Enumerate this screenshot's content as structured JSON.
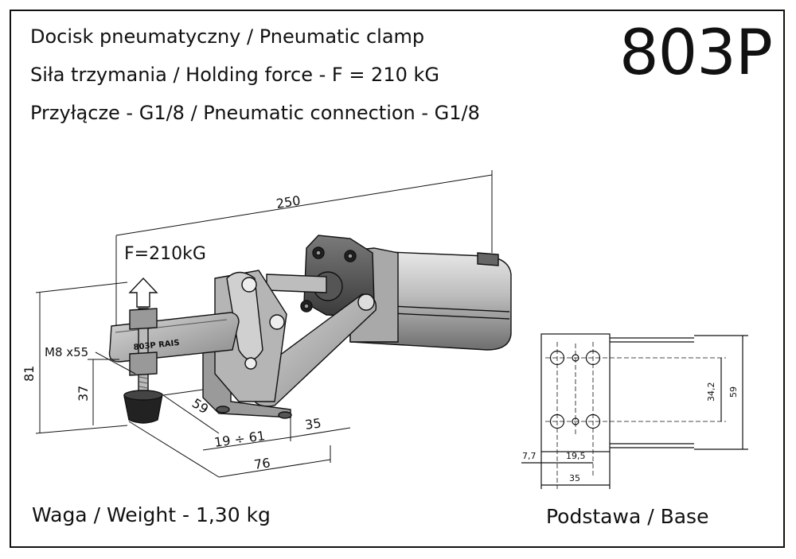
{
  "header": {
    "line1": "Docisk pneumatyczny / Pneumatic clamp",
    "line2": "Siła trzymania / Holding force - F = 210 kG",
    "line3": "Przyłącze - G1/8 / Pneumatic connection - G1/8",
    "model": "803P"
  },
  "drawing": {
    "force_label": "F=210kG",
    "engraving": "803P RAIS",
    "dimensions": {
      "length": "250",
      "height": "81",
      "spindle_height": "37",
      "spindle_thread": "M8 x55",
      "d59": "59",
      "d35": "35",
      "stroke_range": "19 ÷ 61",
      "d76": "76"
    }
  },
  "base_view": {
    "title": "Podstawa / Base",
    "dimensions": {
      "inner_spacing": "34,2",
      "overall_height": "59",
      "edge_offset": "7,7",
      "hole_spacing": "19,5",
      "width": "35"
    }
  },
  "footer": {
    "weight": "Waga / Weight - 1,30 kg"
  }
}
